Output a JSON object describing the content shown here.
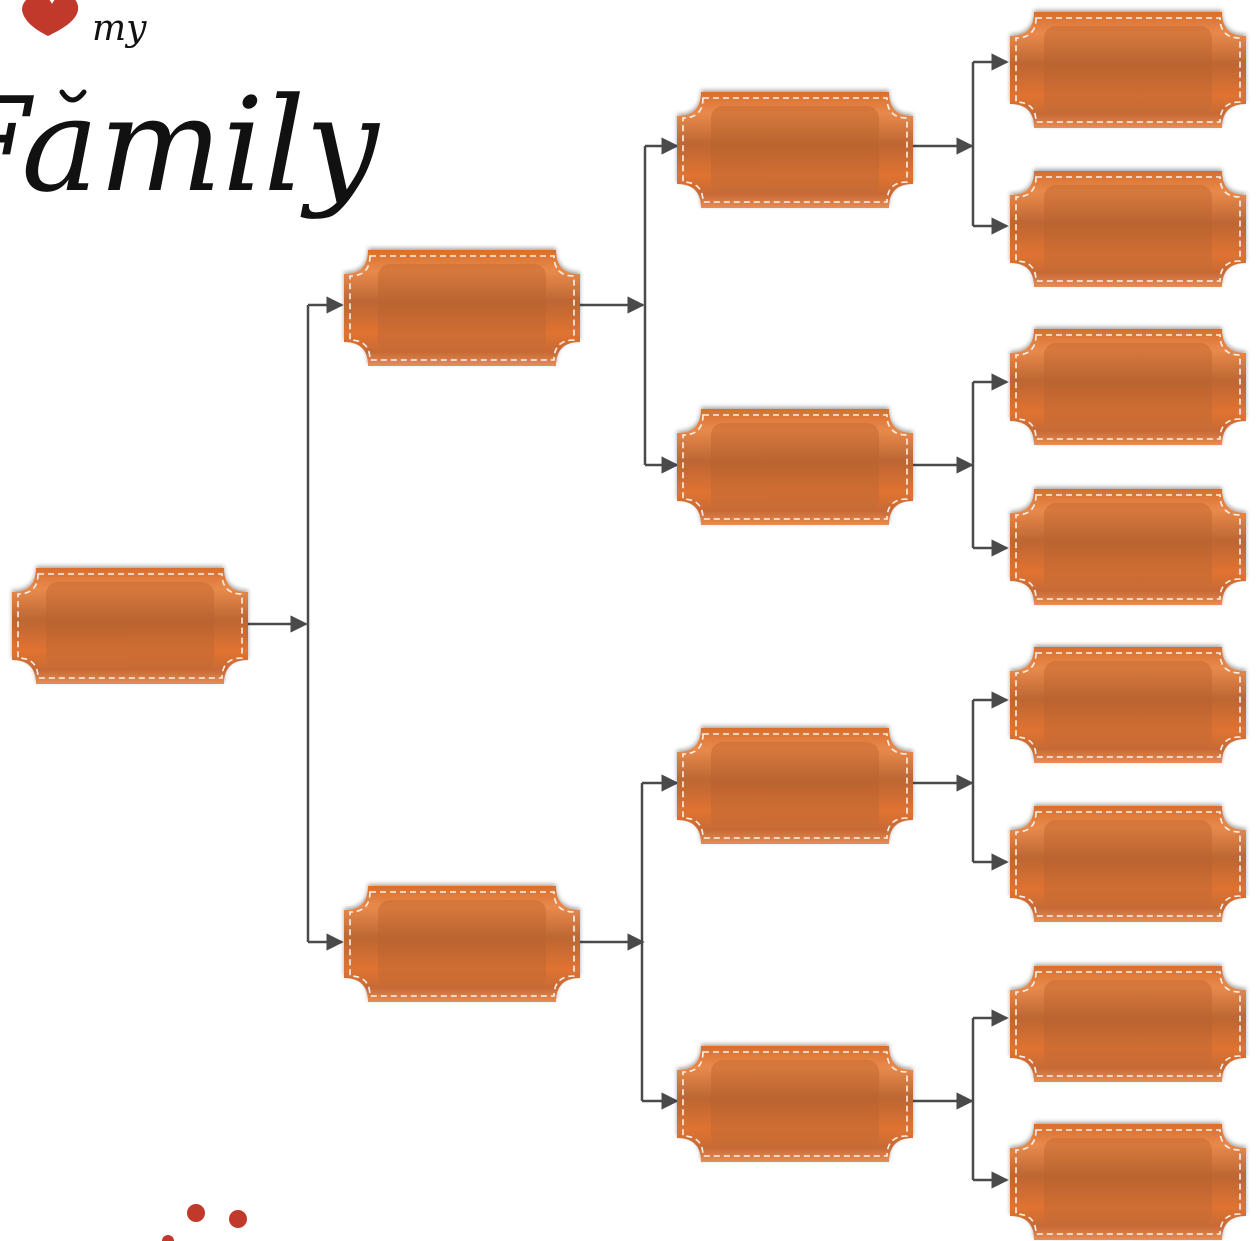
{
  "title_art": {
    "word_small": "my",
    "word_large": "Family",
    "heart_color": "#c0392b"
  },
  "tree": {
    "connector_color": "#4a4a4a",
    "plate_color": "#e07a38",
    "plate_dark": "#b8612e",
    "stitch_color": "#ffffff",
    "generations": [
      {
        "level": 1,
        "label_count": 1,
        "labels": [
          ""
        ]
      },
      {
        "level": 2,
        "label_count": 2,
        "labels": [
          "",
          ""
        ]
      },
      {
        "level": 3,
        "label_count": 4,
        "labels": [
          "",
          "",
          "",
          ""
        ]
      },
      {
        "level": 4,
        "label_count": 8,
        "labels": [
          "",
          "",
          "",
          "",
          "",
          "",
          "",
          ""
        ]
      }
    ]
  },
  "decor": {
    "dots_color": "#c0392b"
  }
}
